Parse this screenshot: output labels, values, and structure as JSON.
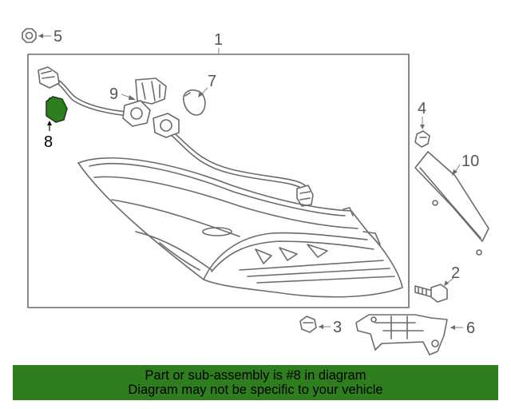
{
  "callouts": {
    "c1": "1",
    "c2": "2",
    "c3": "3",
    "c4": "4",
    "c5": "5",
    "c6": "6",
    "c7": "7",
    "c8": "8",
    "c9": "9",
    "c10": "10"
  },
  "highlight_color": "#2e7d1e",
  "banner": {
    "line1": "Part or sub-assembly is #8 in diagram",
    "line2": "Diagram may not be specific to your vehicle"
  }
}
